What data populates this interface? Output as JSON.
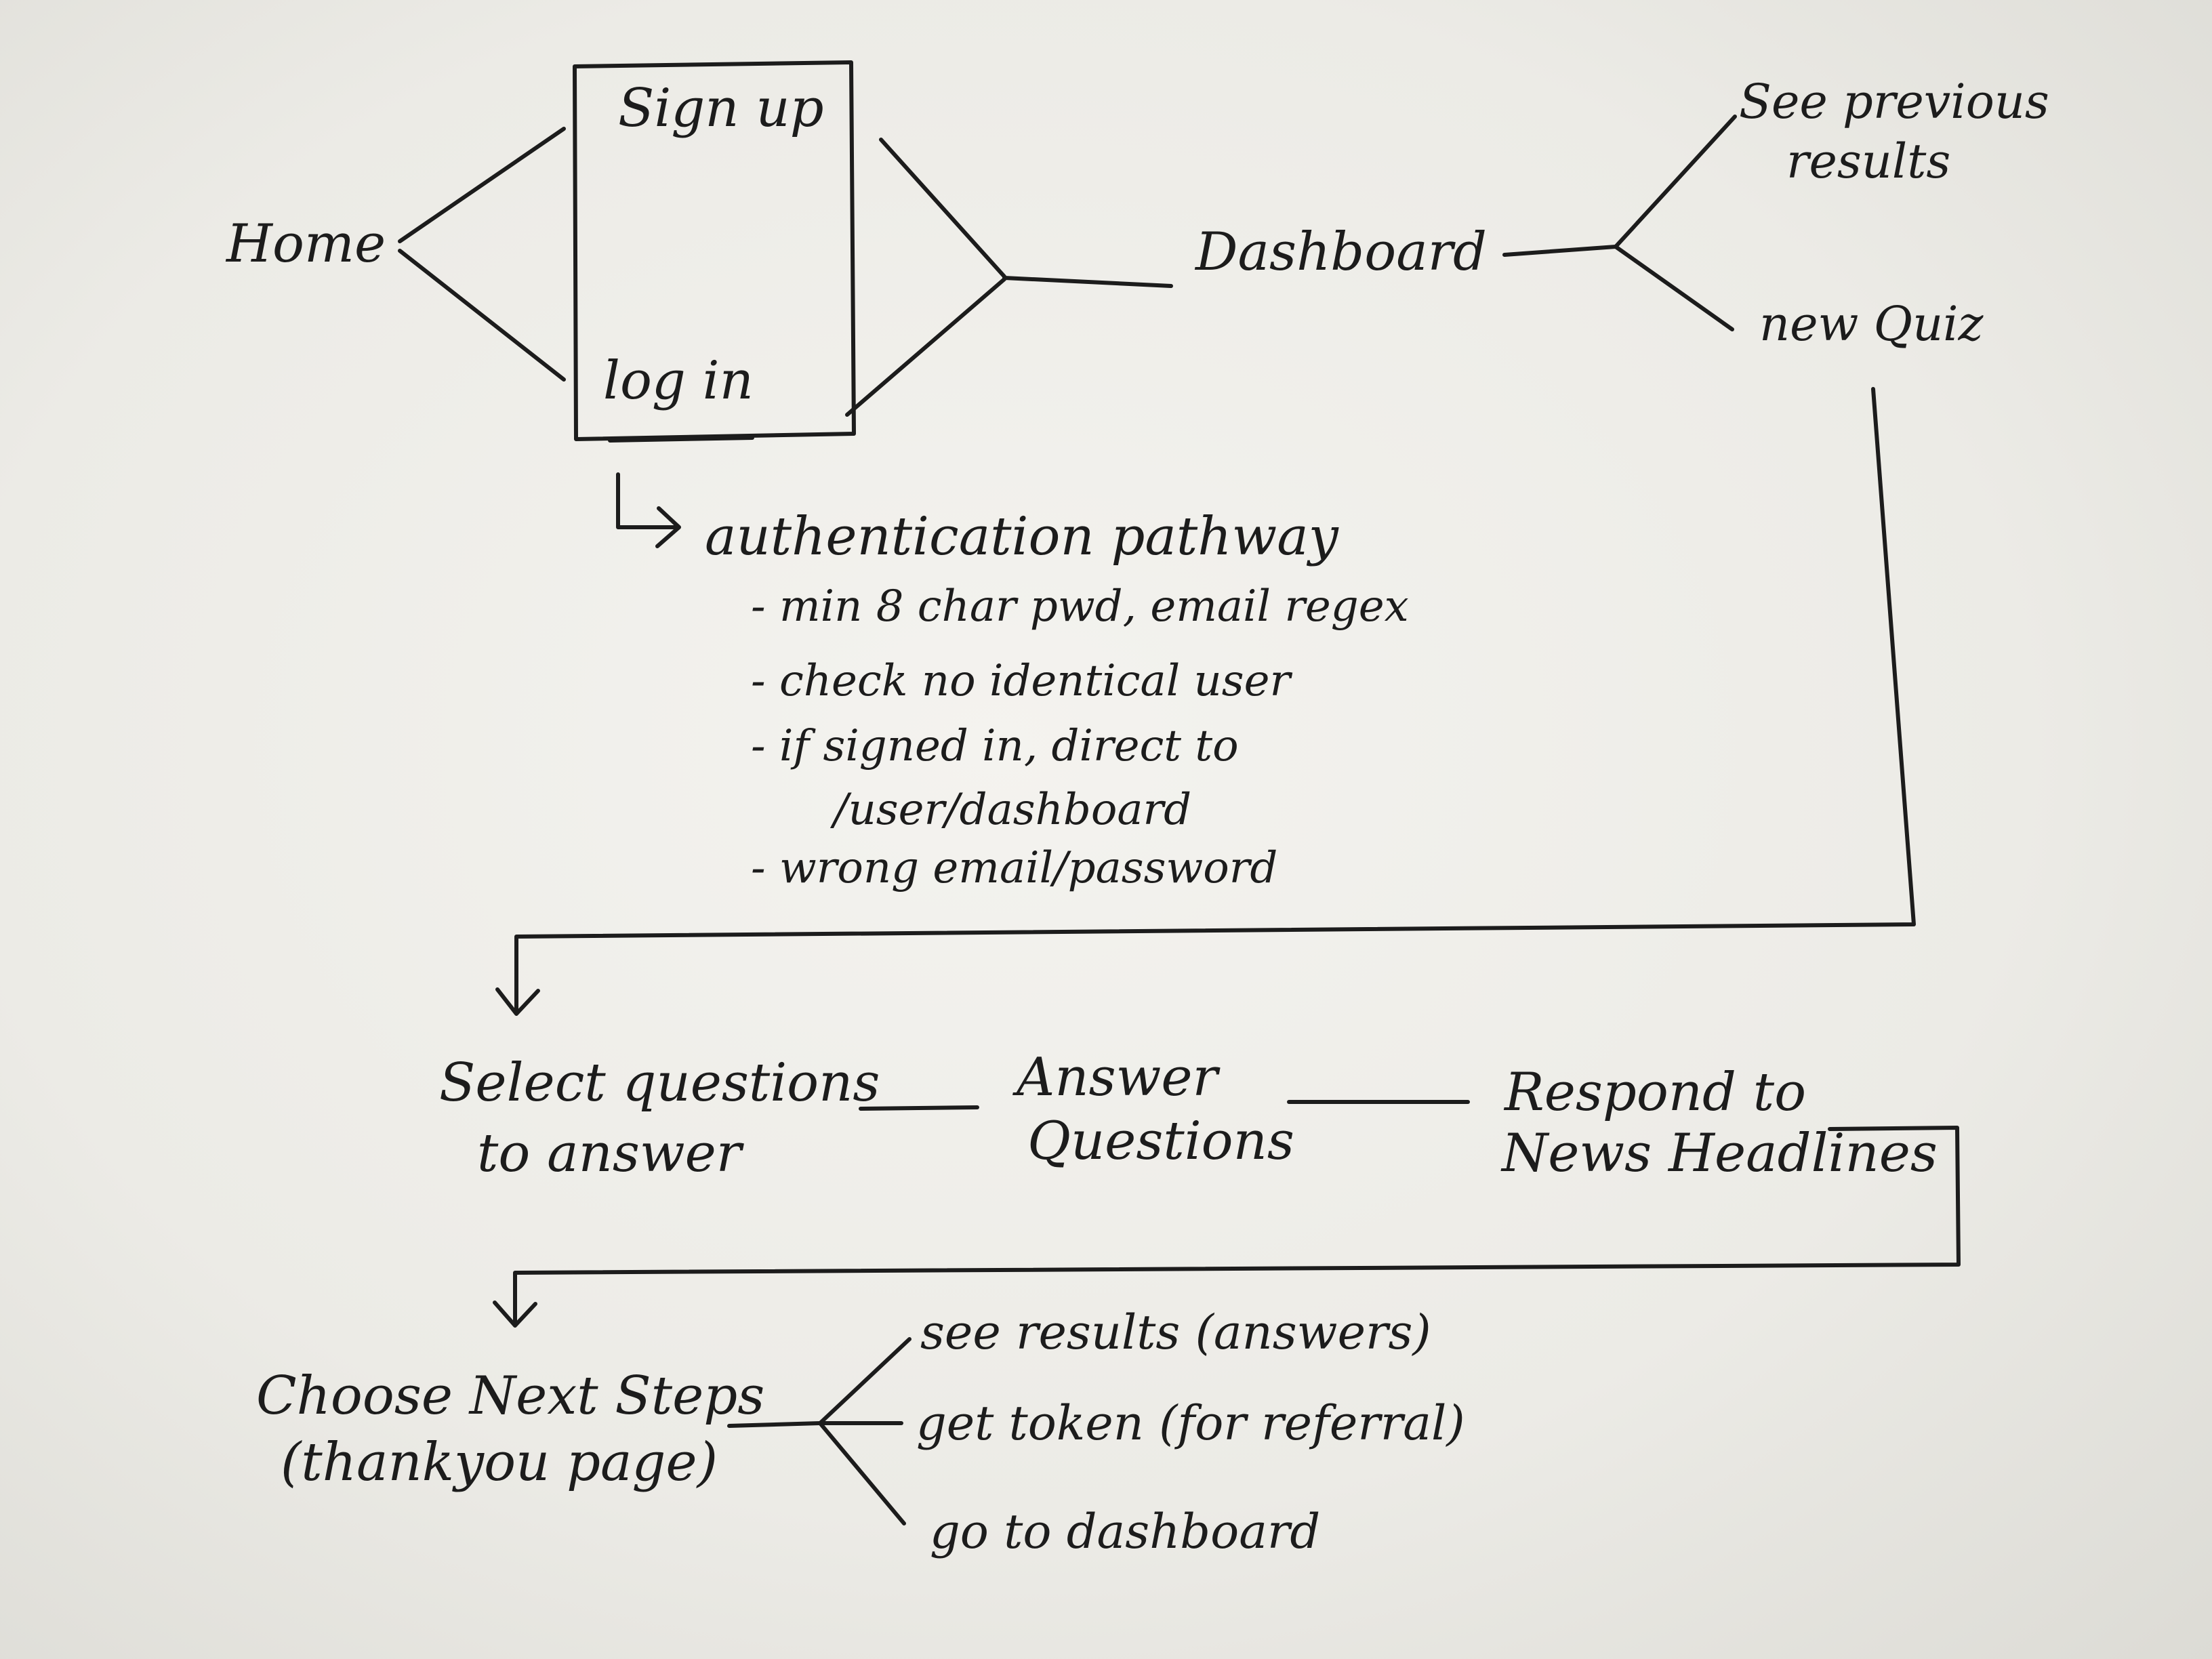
{
  "nodes": {
    "home": "Home",
    "sign_up": "Sign up",
    "log_in": "log in",
    "dashboard": "Dashboard",
    "see_previous_results": [
      "See previous",
      "results"
    ],
    "new_quiz": "new Quiz",
    "auth_pathway": "authentication pathway",
    "auth_rules": [
      "- min 8 char pwd, email regex",
      "- check no identical user",
      "- if signed in, direct to",
      "/user/dashboard",
      "- wrong email/password"
    ],
    "select_questions": [
      "Select questions",
      "to answer"
    ],
    "answer_questions": [
      "Answer",
      "Questions"
    ],
    "respond_headlines": [
      "Respond to",
      "News Headlines"
    ],
    "choose_next_steps": [
      "Choose Next Steps",
      "(thankyou page)"
    ],
    "see_results": "see results (answers)",
    "get_token": "get token (for referral)",
    "go_to_dashboard": "go to dashboard"
  },
  "colors": {
    "ink": "#1c1c1c",
    "paper": "#f1f0ec"
  }
}
